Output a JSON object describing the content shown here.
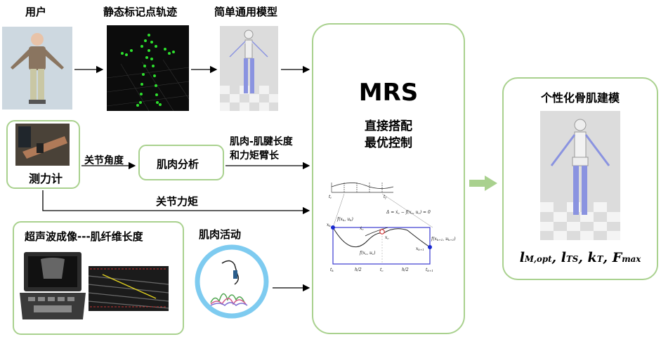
{
  "labels": {
    "user": "用户",
    "markers": "静态标记点轨迹",
    "generic_model": "简单通用模型",
    "dynamometer": "测力计",
    "joint_angle": "关节角度",
    "muscle_analysis": "肌肉分析",
    "mt_length_line1": "肌肉-肌腱长度",
    "mt_length_line2": "和力矩臂长",
    "joint_torque": "关节力矩",
    "ultrasound": "超声波成像---肌纤维长度",
    "muscle_activity": "肌肉活动",
    "mrs_title": "MRS",
    "mrs_sub1": "直接搭配",
    "mrs_sub2": "最优控制",
    "output_title": "个性化骨肌建模"
  },
  "params": {
    "p1_main": "l",
    "p1_sub": "M,opt",
    "p2_main": "l",
    "p2_sub": "TS",
    "p3_main": "k",
    "p3_sub": "T",
    "p4_main": "F",
    "p4_sub": "max",
    "sep": ","
  },
  "collocation": {
    "nodes": [
      "t",
      "h/2",
      "t",
      "h/2",
      "t"
    ],
    "node_subs": [
      "k",
      "",
      "c",
      "",
      "k+1"
    ],
    "f_k": "f(x",
    "x_k": "x",
    "x_k1": "x",
    "delta_eq": "Δ = ẋ",
    "f_c": "f(x",
    "f_k1": "f(x"
  },
  "colors": {
    "green_border": "#a9d18e",
    "green_arrow": "#a9d18e",
    "ring": "#7ecbf0",
    "bone": "#8a93e0"
  }
}
